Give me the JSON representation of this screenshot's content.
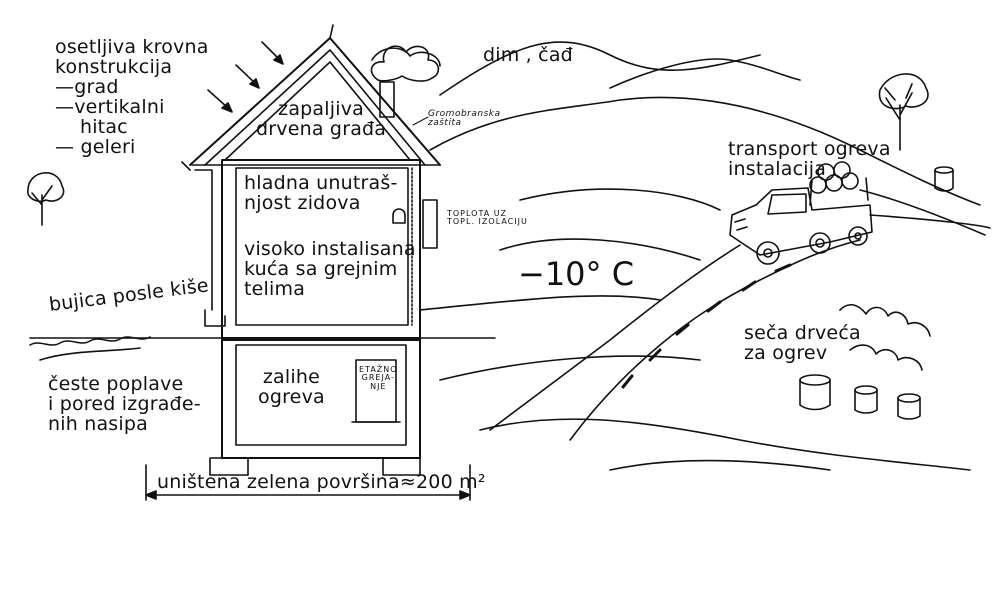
{
  "labels": {
    "roof_sensitive": "osetljiva krovna\nkonstrukcija\n—grad\n—vertikalni\n    hitac\n— geleri",
    "smoke": "dim , čađ",
    "lightning": "Gromobranska\nzaštita",
    "attic": "zapaljiva\ndrvena građa",
    "cold_walls": "hladna unutraš-\nnjost zidova",
    "insulation": "TOPLOTA UZ\nTOPL. IZOLACIJU",
    "house_heated": "visoko instalisana\nkuća sa grejnim\ntelima",
    "flood_wave": "bujica posle kiše",
    "roads_flood": "česte poplave\ni pored izgrađe-\nnih nasipa",
    "fuel_storage": "zalihe\nogreva",
    "floor_heating": "ETAŽNO\nGREJA-\nNJE",
    "green_destroyed": "uništena zelena površina≈200 m²",
    "temperature": "−10° C",
    "transport": "transport ogreva\ninstalacija",
    "tree_cutting": "seča drveća\nza ogrev"
  },
  "icons": [
    "house-icon",
    "chimney-icon",
    "truck-icon",
    "tree-icon",
    "hail-arrows-icon",
    "stump-icon"
  ]
}
